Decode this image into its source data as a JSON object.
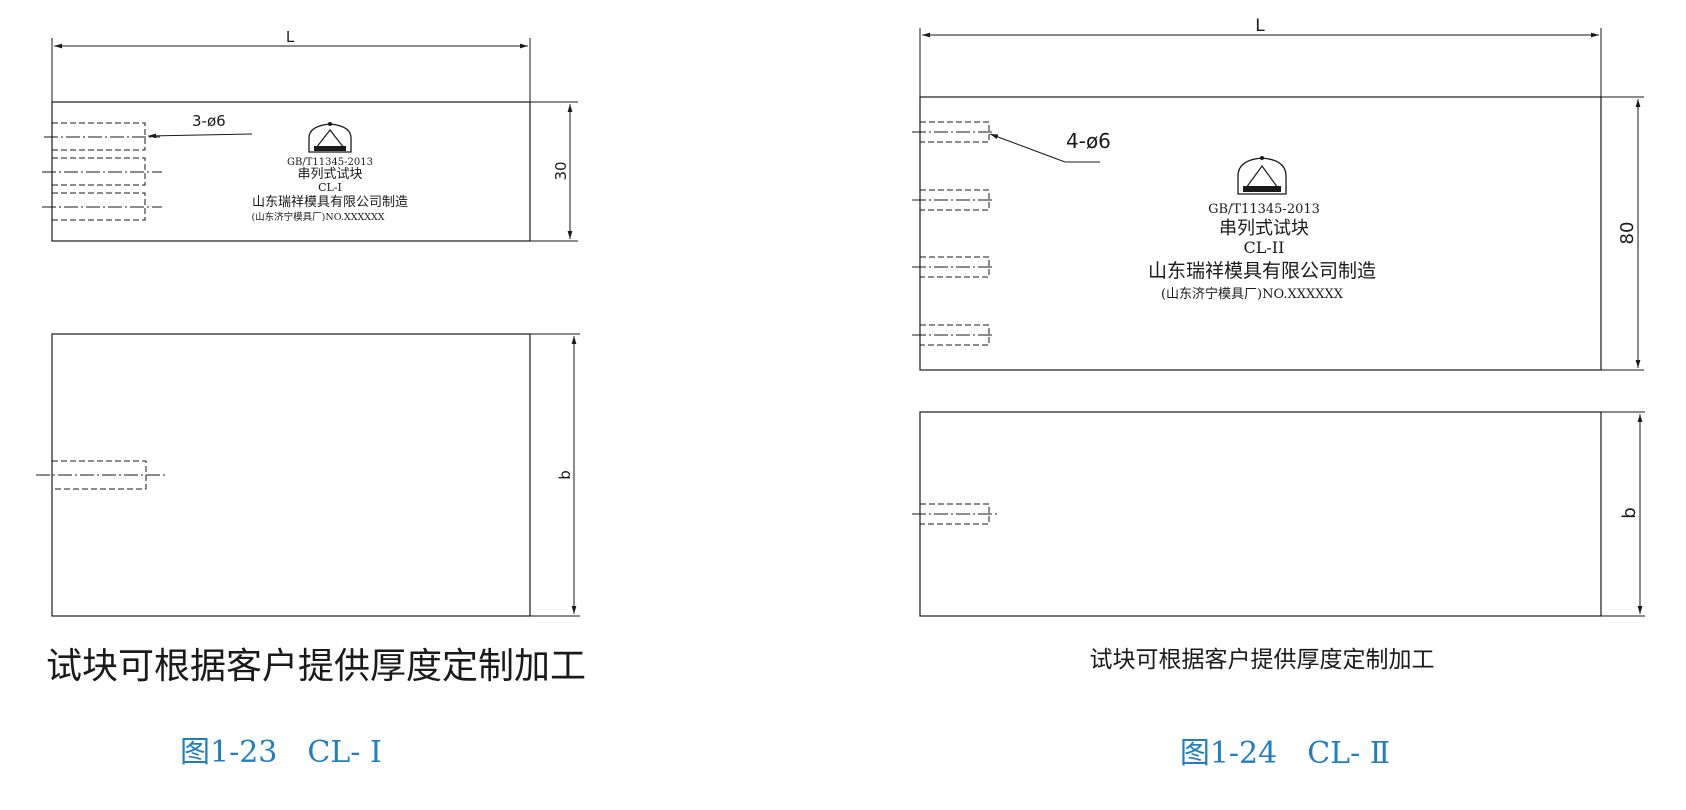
{
  "figure_left": {
    "dimension_length": "L",
    "dimension_height": "30",
    "dimension_thickness": "b",
    "hole_callout": "3-ø6",
    "plate": {
      "standard": "GB/T11345-2013",
      "name": "串列式试块",
      "model": "CL-I",
      "company": "山东瑞祥模具有限公司制造",
      "factory": "(山东济宁模具厂)NO.XXXXXX"
    },
    "note": "试块可根据客户提供厚度定制加工",
    "caption": "图1-23　CL- Ⅰ"
  },
  "figure_right": {
    "dimension_length": "L",
    "dimension_height": "80",
    "dimension_thickness": "b",
    "hole_callout": "4-ø6",
    "plate": {
      "standard": "GB/T11345-2013",
      "name": "串列式试块",
      "model": "CL-II",
      "company": "山东瑞祥模具有限公司制造",
      "factory": "(山东济宁模具厂)NO.XXXXXX"
    },
    "note": "试块可根据客户提供厚度定制加工",
    "caption": "图1-24　CL- Ⅱ"
  },
  "colors": {
    "caption": "#1f7fc0",
    "line": "#1a1a1a"
  },
  "icons": [
    "logo-seal-icon"
  ]
}
